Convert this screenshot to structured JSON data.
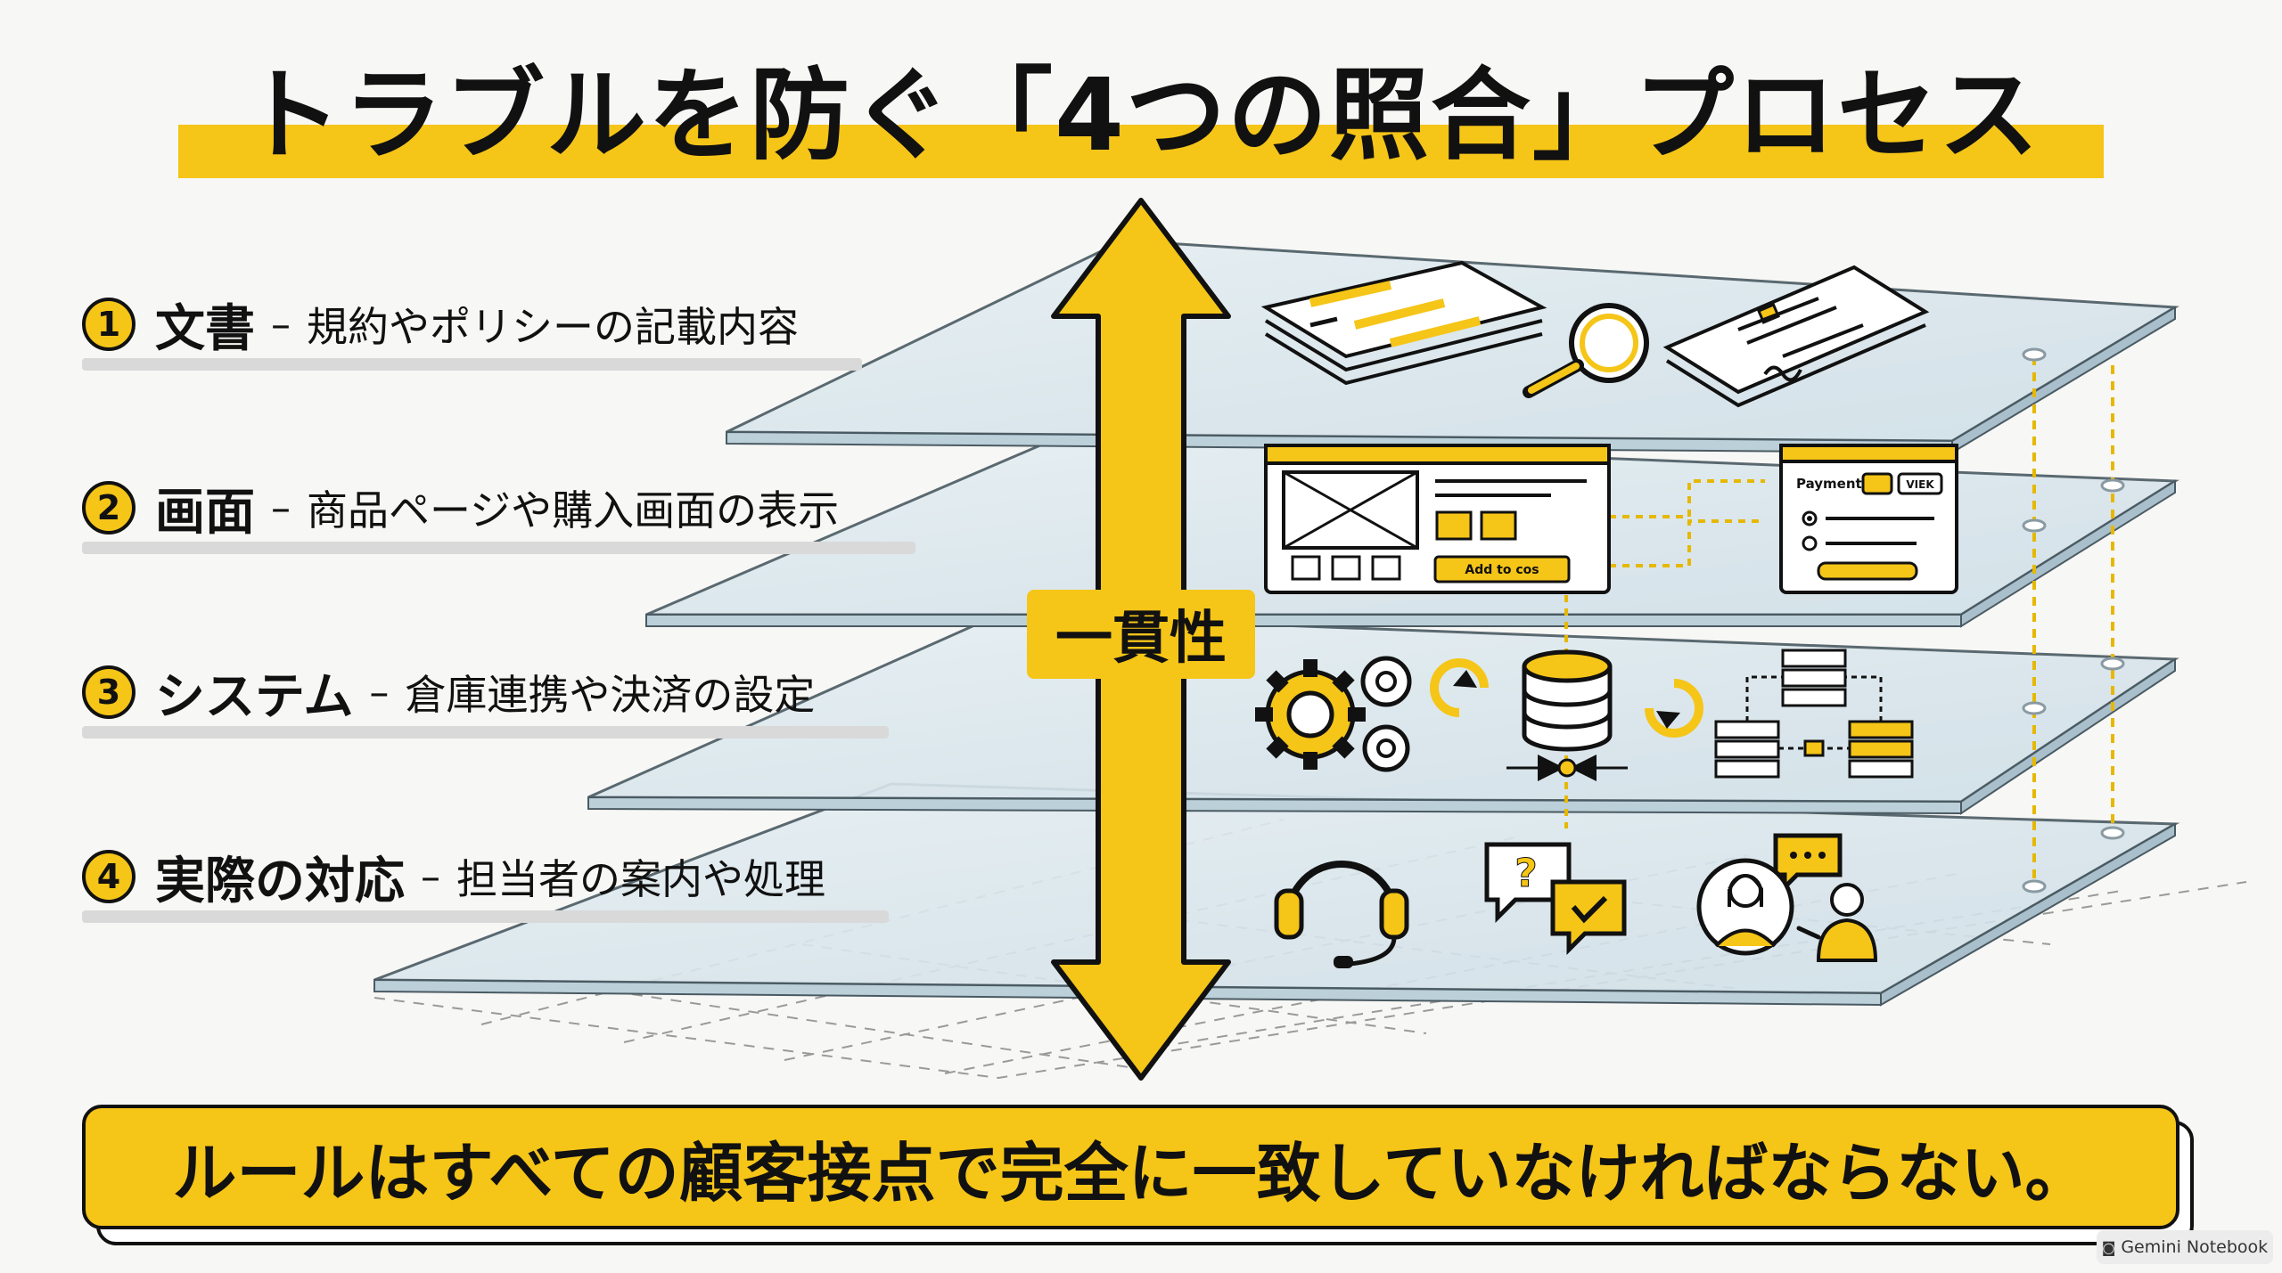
{
  "title": "トラブルを防ぐ「4つの照合」プロセス",
  "axis_label": "一貫性",
  "layers": [
    {
      "number": "1",
      "name": "文書",
      "description": "規約やポリシーの記載内容",
      "icons": [
        "document-icon",
        "magnifier-icon",
        "contract-icon"
      ]
    },
    {
      "number": "2",
      "name": "画面",
      "description": "商品ページや購入画面の表示",
      "icons": [
        "product-page-icon",
        "checkout-icon"
      ]
    },
    {
      "number": "3",
      "name": "システム",
      "description": "倉庫連携や決済の設定",
      "icons": [
        "gear-icon",
        "database-icon",
        "network-icon"
      ]
    },
    {
      "number": "4",
      "name": "実際の対応",
      "description": "担当者の案内や処理",
      "icons": [
        "headset-icon",
        "chat-icon",
        "staff-icon"
      ]
    }
  ],
  "layer_dash": "–",
  "ui_texts": {
    "add_to_cart": "Add to cos",
    "payment": "Payment",
    "card_brand": "VIEK"
  },
  "banner": "ルールはすべての顧客接点で完全に一致していなければならない。",
  "watermark": "Gemini Notebook",
  "colors": {
    "accent": "#f5c518",
    "ink": "#111111",
    "glass": "#dbe8ef"
  }
}
